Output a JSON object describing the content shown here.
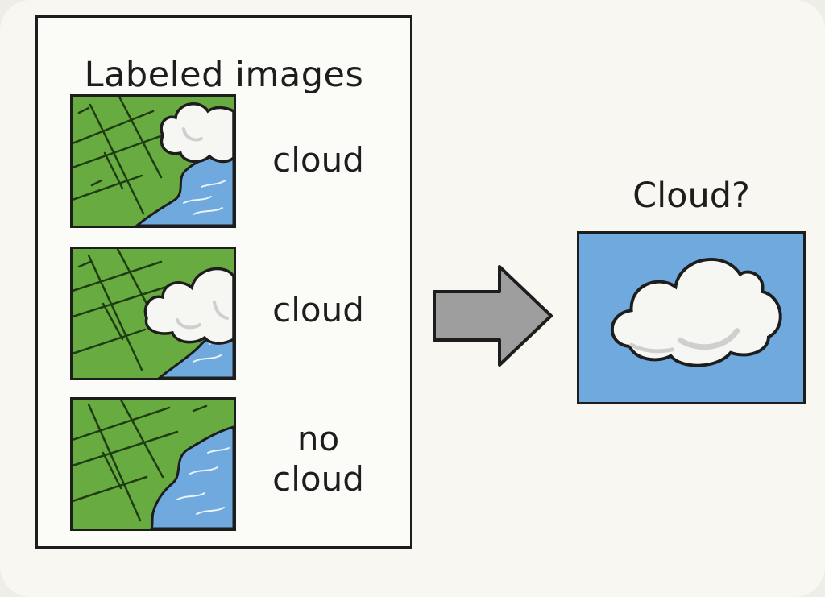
{
  "labeled_panel": {
    "title": "Labeled images",
    "items": [
      {
        "label_lines": [
          "cloud"
        ]
      },
      {
        "label_lines": [
          "cloud"
        ]
      },
      {
        "label_lines": [
          "no",
          "cloud"
        ]
      }
    ]
  },
  "query": {
    "title": "Cloud?"
  },
  "colors": {
    "land": "#68ab40",
    "water": "#6fa9de",
    "cloud": "#f6f6f2",
    "cloud_shadow": "#cfcfcf",
    "arrow": "#9e9e9e",
    "outline": "#1d1d1d"
  },
  "icons": {
    "arrow": "right-arrow-icon",
    "thumbnails": "satellite-image-icon",
    "query": "cloud-image-icon"
  }
}
